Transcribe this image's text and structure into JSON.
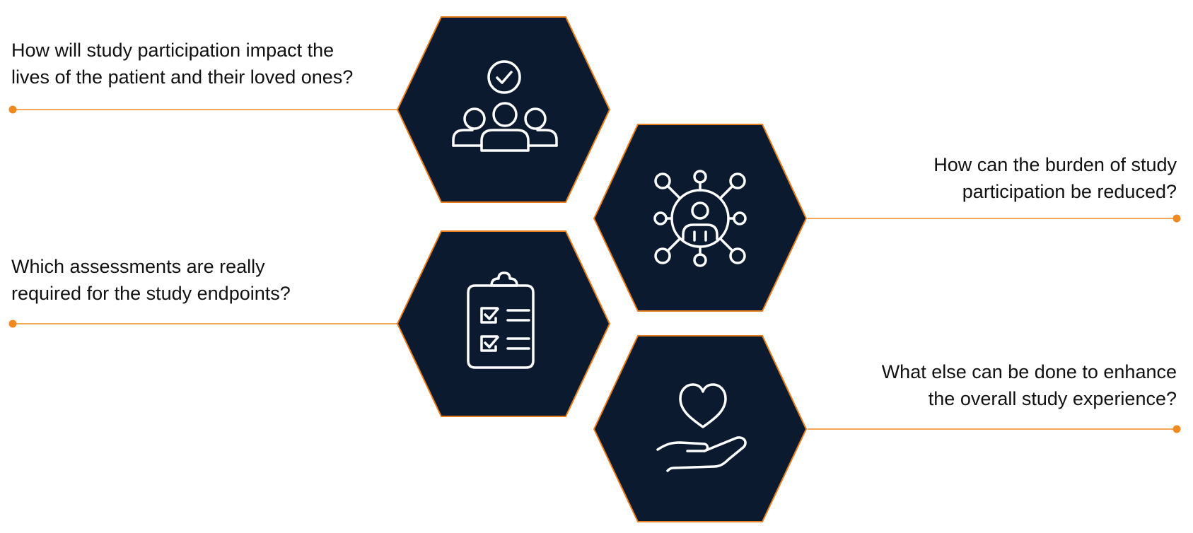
{
  "colors": {
    "hex_fill": "#0b1a2e",
    "hex_stroke": "#e87d1e",
    "line": "#f0891f",
    "dot": "#f0891f",
    "icon": "#ffffff",
    "text": "#111111"
  },
  "items": [
    {
      "question": "How will study participation impact the\nlives of the patient and their loved ones?",
      "icon": "people-group-check-icon",
      "side": "left"
    },
    {
      "question": "How can the burden of study\nparticipation be reduced?",
      "icon": "person-network-icon",
      "side": "right"
    },
    {
      "question": "Which assessments are really\nrequired for the study endpoints?",
      "icon": "clipboard-checklist-icon",
      "side": "left"
    },
    {
      "question": "What else can be done to enhance\nthe overall study experience?",
      "icon": "heart-in-hand-icon",
      "side": "right"
    }
  ]
}
